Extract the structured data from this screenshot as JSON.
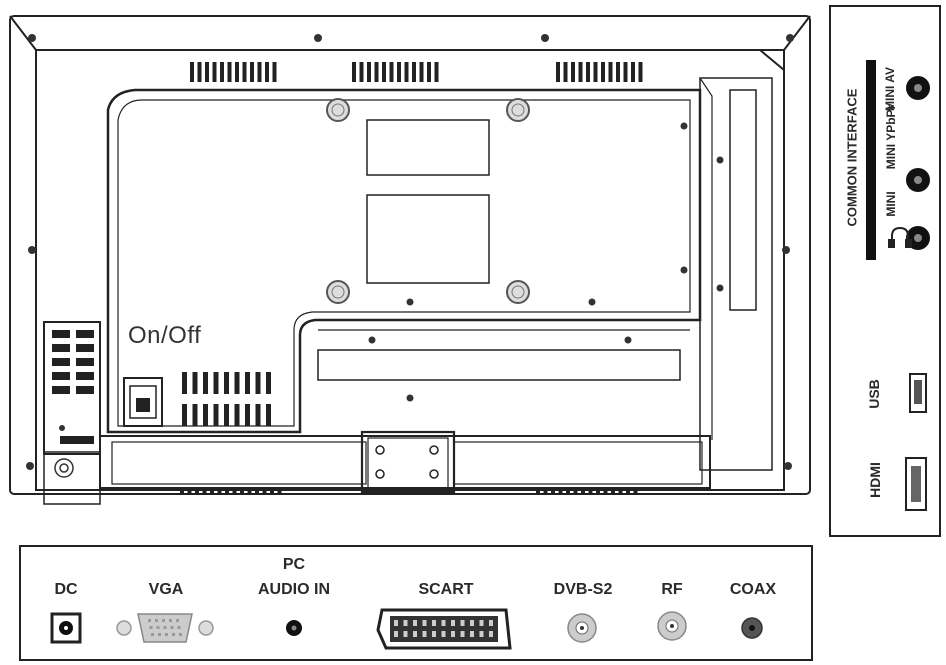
{
  "tv_back": {
    "power_label": "On/Off"
  },
  "side_panel": {
    "common_interface_label": "COMMON INTERFACE",
    "mini_av_label": "MINI AV",
    "mini_ypbpr_label": "MINI YPbPr",
    "mini_label": "MINI",
    "headphone_symbol": "∩",
    "usb_label": "USB",
    "hdmi_label": "HDMI"
  },
  "bottom_panel": {
    "ports": [
      {
        "id": "dc",
        "label": "DC"
      },
      {
        "id": "vga",
        "label": "VGA"
      },
      {
        "id": "pc-audio",
        "label_line1": "PC",
        "label_line2": "AUDIO IN"
      },
      {
        "id": "scart",
        "label": "SCART"
      },
      {
        "id": "dvb-s2",
        "label": "DVB-S2"
      },
      {
        "id": "rf",
        "label": "RF"
      },
      {
        "id": "coax",
        "label": "COAX"
      }
    ]
  },
  "colors": {
    "line": "#222222",
    "fill_light": "#f4f4f4",
    "fill_dark": "#111111",
    "screw": "#333333"
  },
  "icons": [
    "screw-icon",
    "power-switch-icon",
    "headphone-icon",
    "usb-port-icon",
    "hdmi-port-icon",
    "rca-jack-icon",
    "dc-jack-icon",
    "vga-port-icon",
    "scart-port-icon"
  ]
}
